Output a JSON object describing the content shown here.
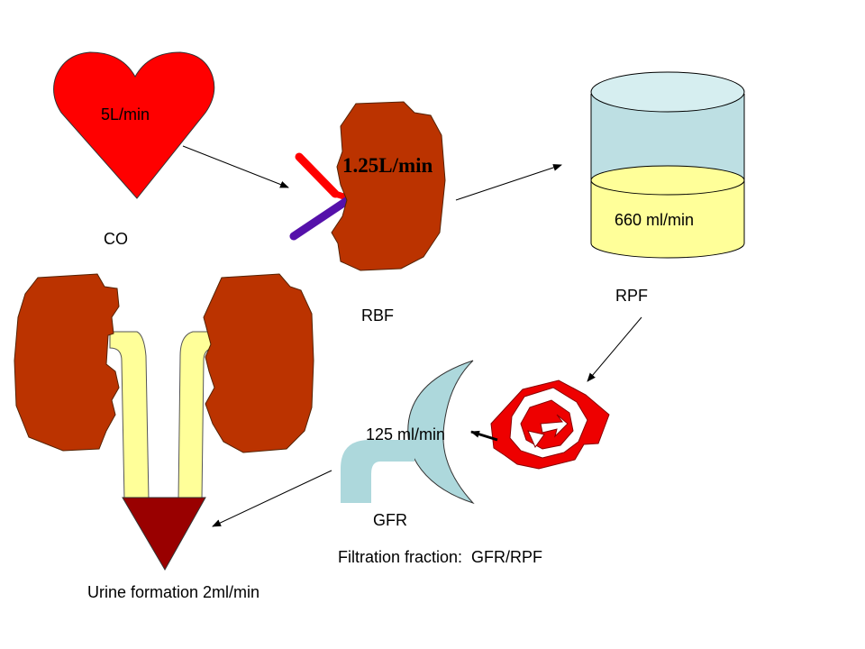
{
  "labels": {
    "heart_value": "5L/min",
    "co": "CO",
    "kidney_value": "1.25L/min",
    "rbf": "RBF",
    "plasma_value": "660 ml/min",
    "rpf": "RPF",
    "glomerulus_value": "125 ml/min",
    "gfr": "GFR",
    "filtration_fraction": "Filtration fraction:  GFR/RPF",
    "urine": "Urine formation 2ml/min"
  },
  "colors": {
    "heart": "#ff0000",
    "kidney": "#bb3300",
    "artery": "#ff0000",
    "vein": "#5511aa",
    "plasma": "#ffff99",
    "cylinder_top": "#bddfe3",
    "capsule": "#add8dc",
    "glomerulus": "#ee0000",
    "ureter": "#ffff99",
    "bladder": "#990000"
  },
  "icons": [
    "heart-icon",
    "kidney-icon",
    "plasma-cylinder-icon",
    "glomerulus-icon",
    "bowman-capsule-icon",
    "urinary-tract-icon"
  ]
}
